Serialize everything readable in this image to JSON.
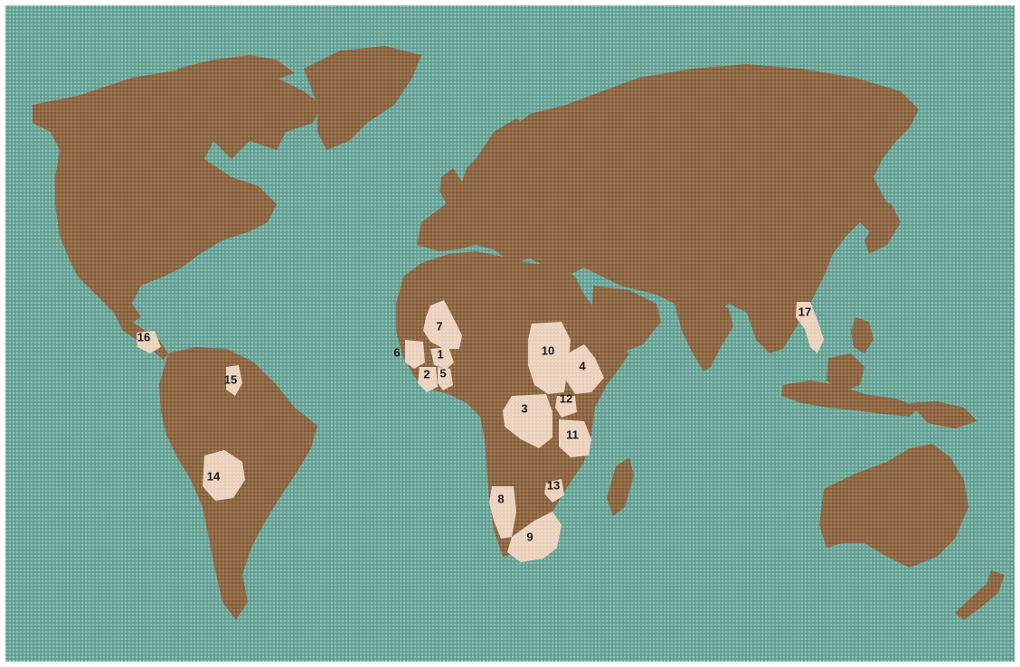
{
  "colors": {
    "ocean": "#6aa59a",
    "ocean_dot": "#8fc1b3",
    "land": "#8e6744",
    "land_dot": "#a07c55",
    "highlight": "#ead0bc",
    "label": "#1a1a1a"
  },
  "regions": [
    {
      "id": "1",
      "label": "1"
    },
    {
      "id": "2",
      "label": "2"
    },
    {
      "id": "3",
      "label": "3"
    },
    {
      "id": "4",
      "label": "4"
    },
    {
      "id": "5",
      "label": "5"
    },
    {
      "id": "6",
      "label": "6"
    },
    {
      "id": "7",
      "label": "7"
    },
    {
      "id": "8",
      "label": "8"
    },
    {
      "id": "9",
      "label": "9"
    },
    {
      "id": "10",
      "label": "10"
    },
    {
      "id": "11",
      "label": "11"
    },
    {
      "id": "12",
      "label": "12"
    },
    {
      "id": "13",
      "label": "13"
    },
    {
      "id": "14",
      "label": "14"
    },
    {
      "id": "15",
      "label": "15"
    },
    {
      "id": "16",
      "label": "16"
    },
    {
      "id": "17",
      "label": "17"
    }
  ]
}
